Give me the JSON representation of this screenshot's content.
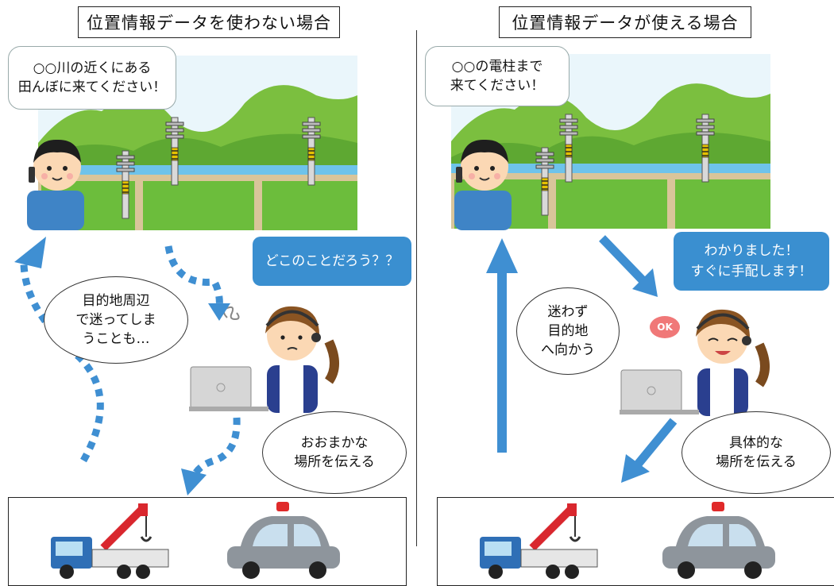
{
  "left": {
    "title": "位置情報データを使わない場合",
    "caller_speech_line1": "○○川の近くにある",
    "caller_speech_line2": "田んぼに来てください！",
    "operator_bubble": "どこのことだろう？？",
    "route_oval_line1": "目的地周辺",
    "route_oval_line2": "で迷ってしま",
    "route_oval_line3": "うことも…",
    "dispatch_oval_line1": "おおまかな",
    "dispatch_oval_line2": "場所を伝える"
  },
  "right": {
    "title": "位置情報データが使える場合",
    "caller_speech_line1": "○○の電柱まで",
    "caller_speech_line2": "来てください！",
    "operator_bubble_line1": "わかりました！",
    "operator_bubble_line2": "すぐに手配します！",
    "ok_badge": "OK",
    "route_oval_line1": "迷わず",
    "route_oval_line2": "目的地",
    "route_oval_line3": "へ向かう",
    "dispatch_oval_line1": "具体的な",
    "dispatch_oval_line2": "場所を伝える"
  },
  "colors": {
    "arrow_blue": "#3f8fd2",
    "bubble_blue": "#3a8fd0",
    "field_green": "#6cbd3c",
    "mountain_green": "#7bbf3f",
    "sky": "#eaf6fb",
    "crane_red": "#d9272e",
    "police_gray": "#8e959c"
  }
}
